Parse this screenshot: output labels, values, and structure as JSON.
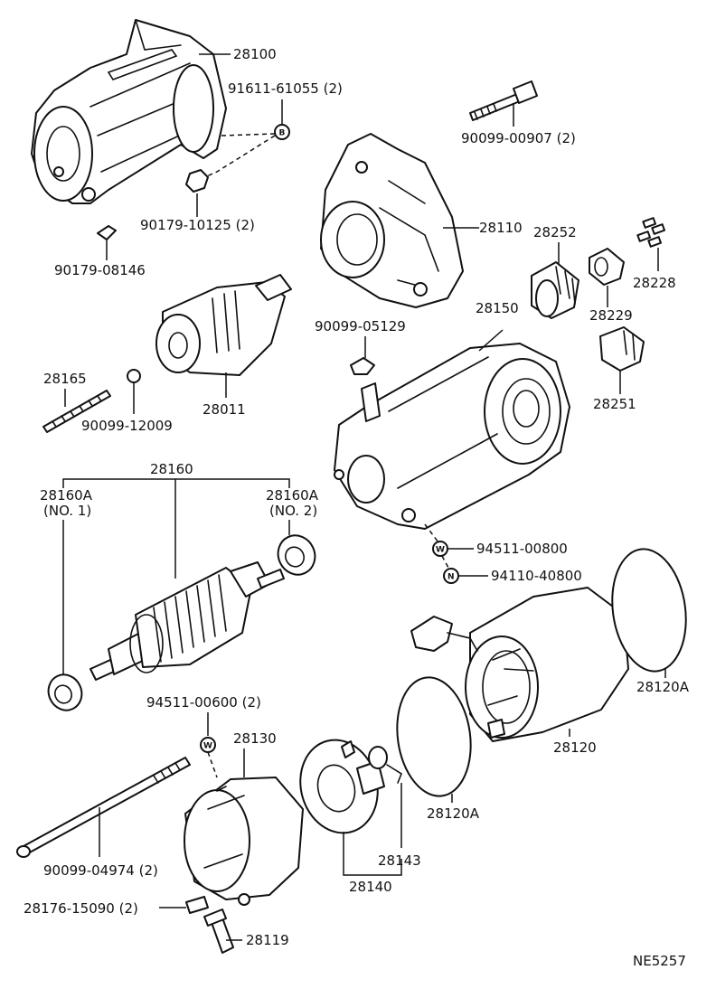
{
  "labels": {
    "l28100": "28100",
    "l91611": "91611-61055 (2)",
    "l90099_00907": "90099-00907 (2)",
    "l90179_10125": "90179-10125 (2)",
    "l90179_08146": "90179-08146",
    "l28110": "28110",
    "l28252": "28252",
    "l28228": "28228",
    "l28229": "28229",
    "l28150": "28150",
    "l90099_05129": "90099-05129",
    "l28251": "28251",
    "l28165": "28165",
    "l90099_12009": "90099-12009",
    "l28011": "28011",
    "l28160": "28160",
    "l28160A_1": "28160A",
    "l28160A_1b": "(NO. 1)",
    "l28160A_2": "28160A",
    "l28160A_2b": "(NO. 2)",
    "l94511_00800": "94511-00800",
    "l94110_40800": "94110-40800",
    "l28120A_r": "28120A",
    "l94511_00600": "94511-00600 (2)",
    "l28130": "28130",
    "l28120": "28120",
    "l28120A_c": "28120A",
    "l28143": "28143",
    "l28140": "28140",
    "l90099_04974": "90099-04974 (2)",
    "l28176": "28176-15090 (2)",
    "l28119": "28119"
  },
  "markers": {
    "b": "B",
    "w1": "W",
    "n": "N",
    "w2": "W"
  },
  "diagram_code": "NE5257"
}
